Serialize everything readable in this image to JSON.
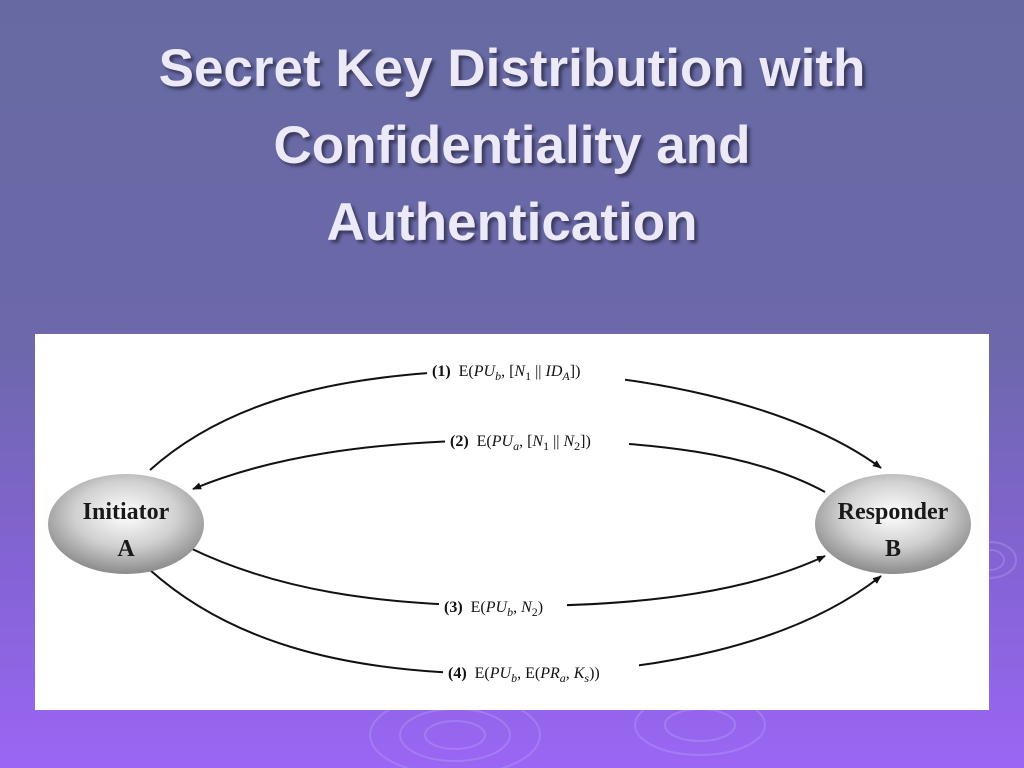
{
  "slide": {
    "title_lines": [
      "Secret Key Distribution with",
      "Confidentiality and",
      "Authentication"
    ]
  },
  "diagram": {
    "nodes": {
      "initiator": {
        "line1": "Initiator",
        "line2": "A"
      },
      "responder": {
        "line1": "Responder",
        "line2": "B"
      }
    },
    "messages": [
      {
        "number": "(1)",
        "direction": "A-to-B",
        "parts": [
          "E(",
          "PU",
          "b",
          ", [",
          "N",
          "1",
          " || ",
          "ID",
          "A",
          "])"
        ]
      },
      {
        "number": "(2)",
        "direction": "B-to-A",
        "parts": [
          "E(",
          "PU",
          "a",
          ", [",
          "N",
          "1",
          " || ",
          "N",
          "2",
          "])"
        ]
      },
      {
        "number": "(3)",
        "direction": "A-to-B",
        "parts": [
          "E(",
          "PU",
          "b",
          ", ",
          "N",
          "2",
          ")"
        ]
      },
      {
        "number": "(4)",
        "direction": "A-to-B",
        "parts": [
          "E(",
          "PU",
          "b",
          ", E(",
          "PR",
          "a",
          ", ",
          "K",
          "s",
          "))"
        ]
      }
    ]
  },
  "colors": {
    "background_top": "#676aa2",
    "background_bottom": "#9a66f4",
    "title_text": "#ece9f8",
    "arrow": "#111111"
  }
}
